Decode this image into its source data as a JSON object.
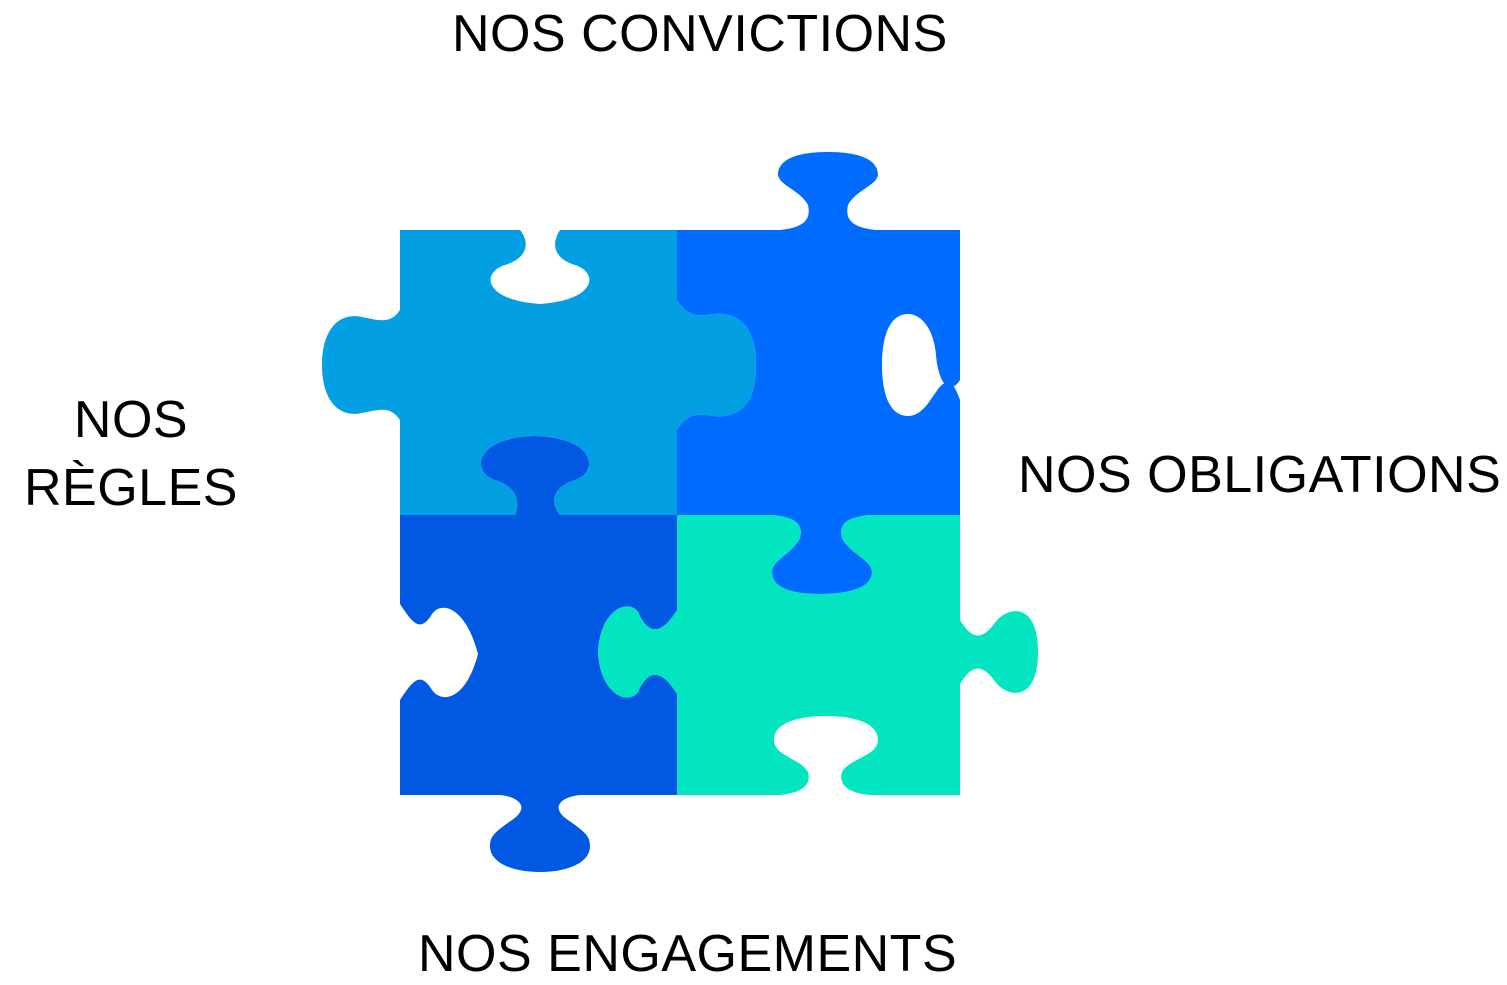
{
  "labels": {
    "top": "NOS CONVICTIONS",
    "right": "NOS OBLIGATIONS",
    "bottom": "NOS ENGAGEMENTS",
    "left_line1": "NOS",
    "left_line2": "RÈGLES"
  },
  "pieces": {
    "top_left": {
      "color": "#029FE2"
    },
    "top_right": {
      "color": "#006CFF"
    },
    "bottom_left": {
      "color": "#0159E3"
    },
    "bottom_right": {
      "color": "#03E4C0"
    }
  },
  "background": "#FFFFFF"
}
